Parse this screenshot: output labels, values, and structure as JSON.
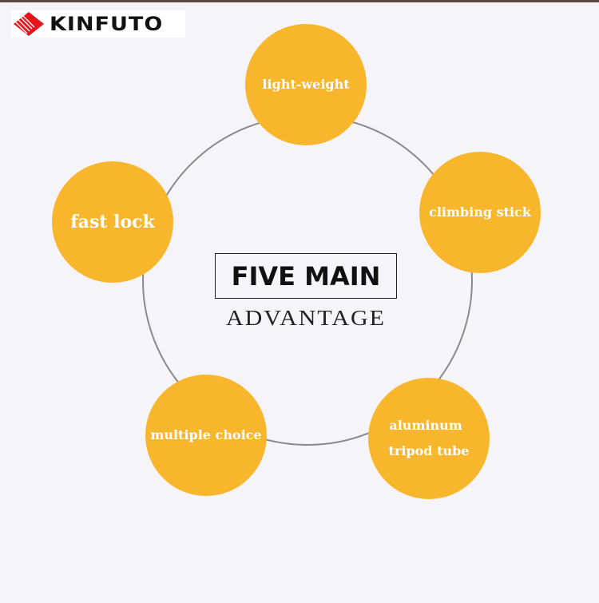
{
  "brand": {
    "name": "KINFUTO",
    "accent": "#e8141b"
  },
  "title": "FIVE MAIN",
  "subtitle": "ADVANTAGE",
  "advantages": [
    {
      "label": "light-weight"
    },
    {
      "label": "climbing stick"
    },
    {
      "label": "fast lock"
    },
    {
      "label": "multiple choice"
    },
    {
      "label_line1": "aluminum",
      "label_line2": "tripod tube"
    }
  ],
  "colors": {
    "bubble": "#f8b62d",
    "ring": "#8a8a8e",
    "background": "#f5f4f8"
  }
}
